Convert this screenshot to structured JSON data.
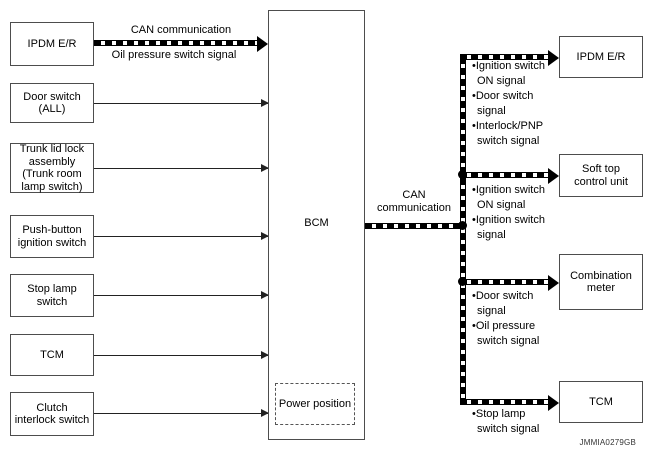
{
  "diagram": {
    "left_boxes": [
      {
        "label": "IPDM E/R"
      },
      {
        "label": "Door switch\n(ALL)"
      },
      {
        "label": "Trunk lid lock\nassembly\n(Trunk room\nlamp switch)"
      },
      {
        "label": "Push-button\nignition switch"
      },
      {
        "label": "Stop lamp\nswitch"
      },
      {
        "label": "TCM"
      },
      {
        "label": "Clutch\ninterlock switch"
      }
    ],
    "bcm": {
      "label": "BCM",
      "power_position_label": "Power position"
    },
    "top_link": {
      "label_above": "CAN communication",
      "label_below": "Oil pressure switch signal"
    },
    "can_label": "CAN\ncommunication",
    "right_boxes": [
      {
        "label": "IPDM E/R",
        "signals": [
          "•Ignition switch",
          "ON signal",
          "•Door switch",
          "signal",
          "•Interlock/PNP",
          "switch signal"
        ]
      },
      {
        "label": "Soft top\ncontrol unit",
        "signals": [
          "•Ignition switch",
          "ON signal",
          "•Ignition switch",
          "signal"
        ]
      },
      {
        "label": "Combination\nmeter",
        "signals": [
          "•Door switch",
          "signal",
          "•Oil pressure",
          "switch signal"
        ]
      },
      {
        "label": "TCM",
        "signals": [
          "•Stop lamp",
          "switch signal"
        ]
      }
    ],
    "figure_id": "JMMIA0279GB",
    "colors": {
      "line": "#000000",
      "box_border": "#4d4d4d",
      "background": "#ffffff"
    }
  }
}
